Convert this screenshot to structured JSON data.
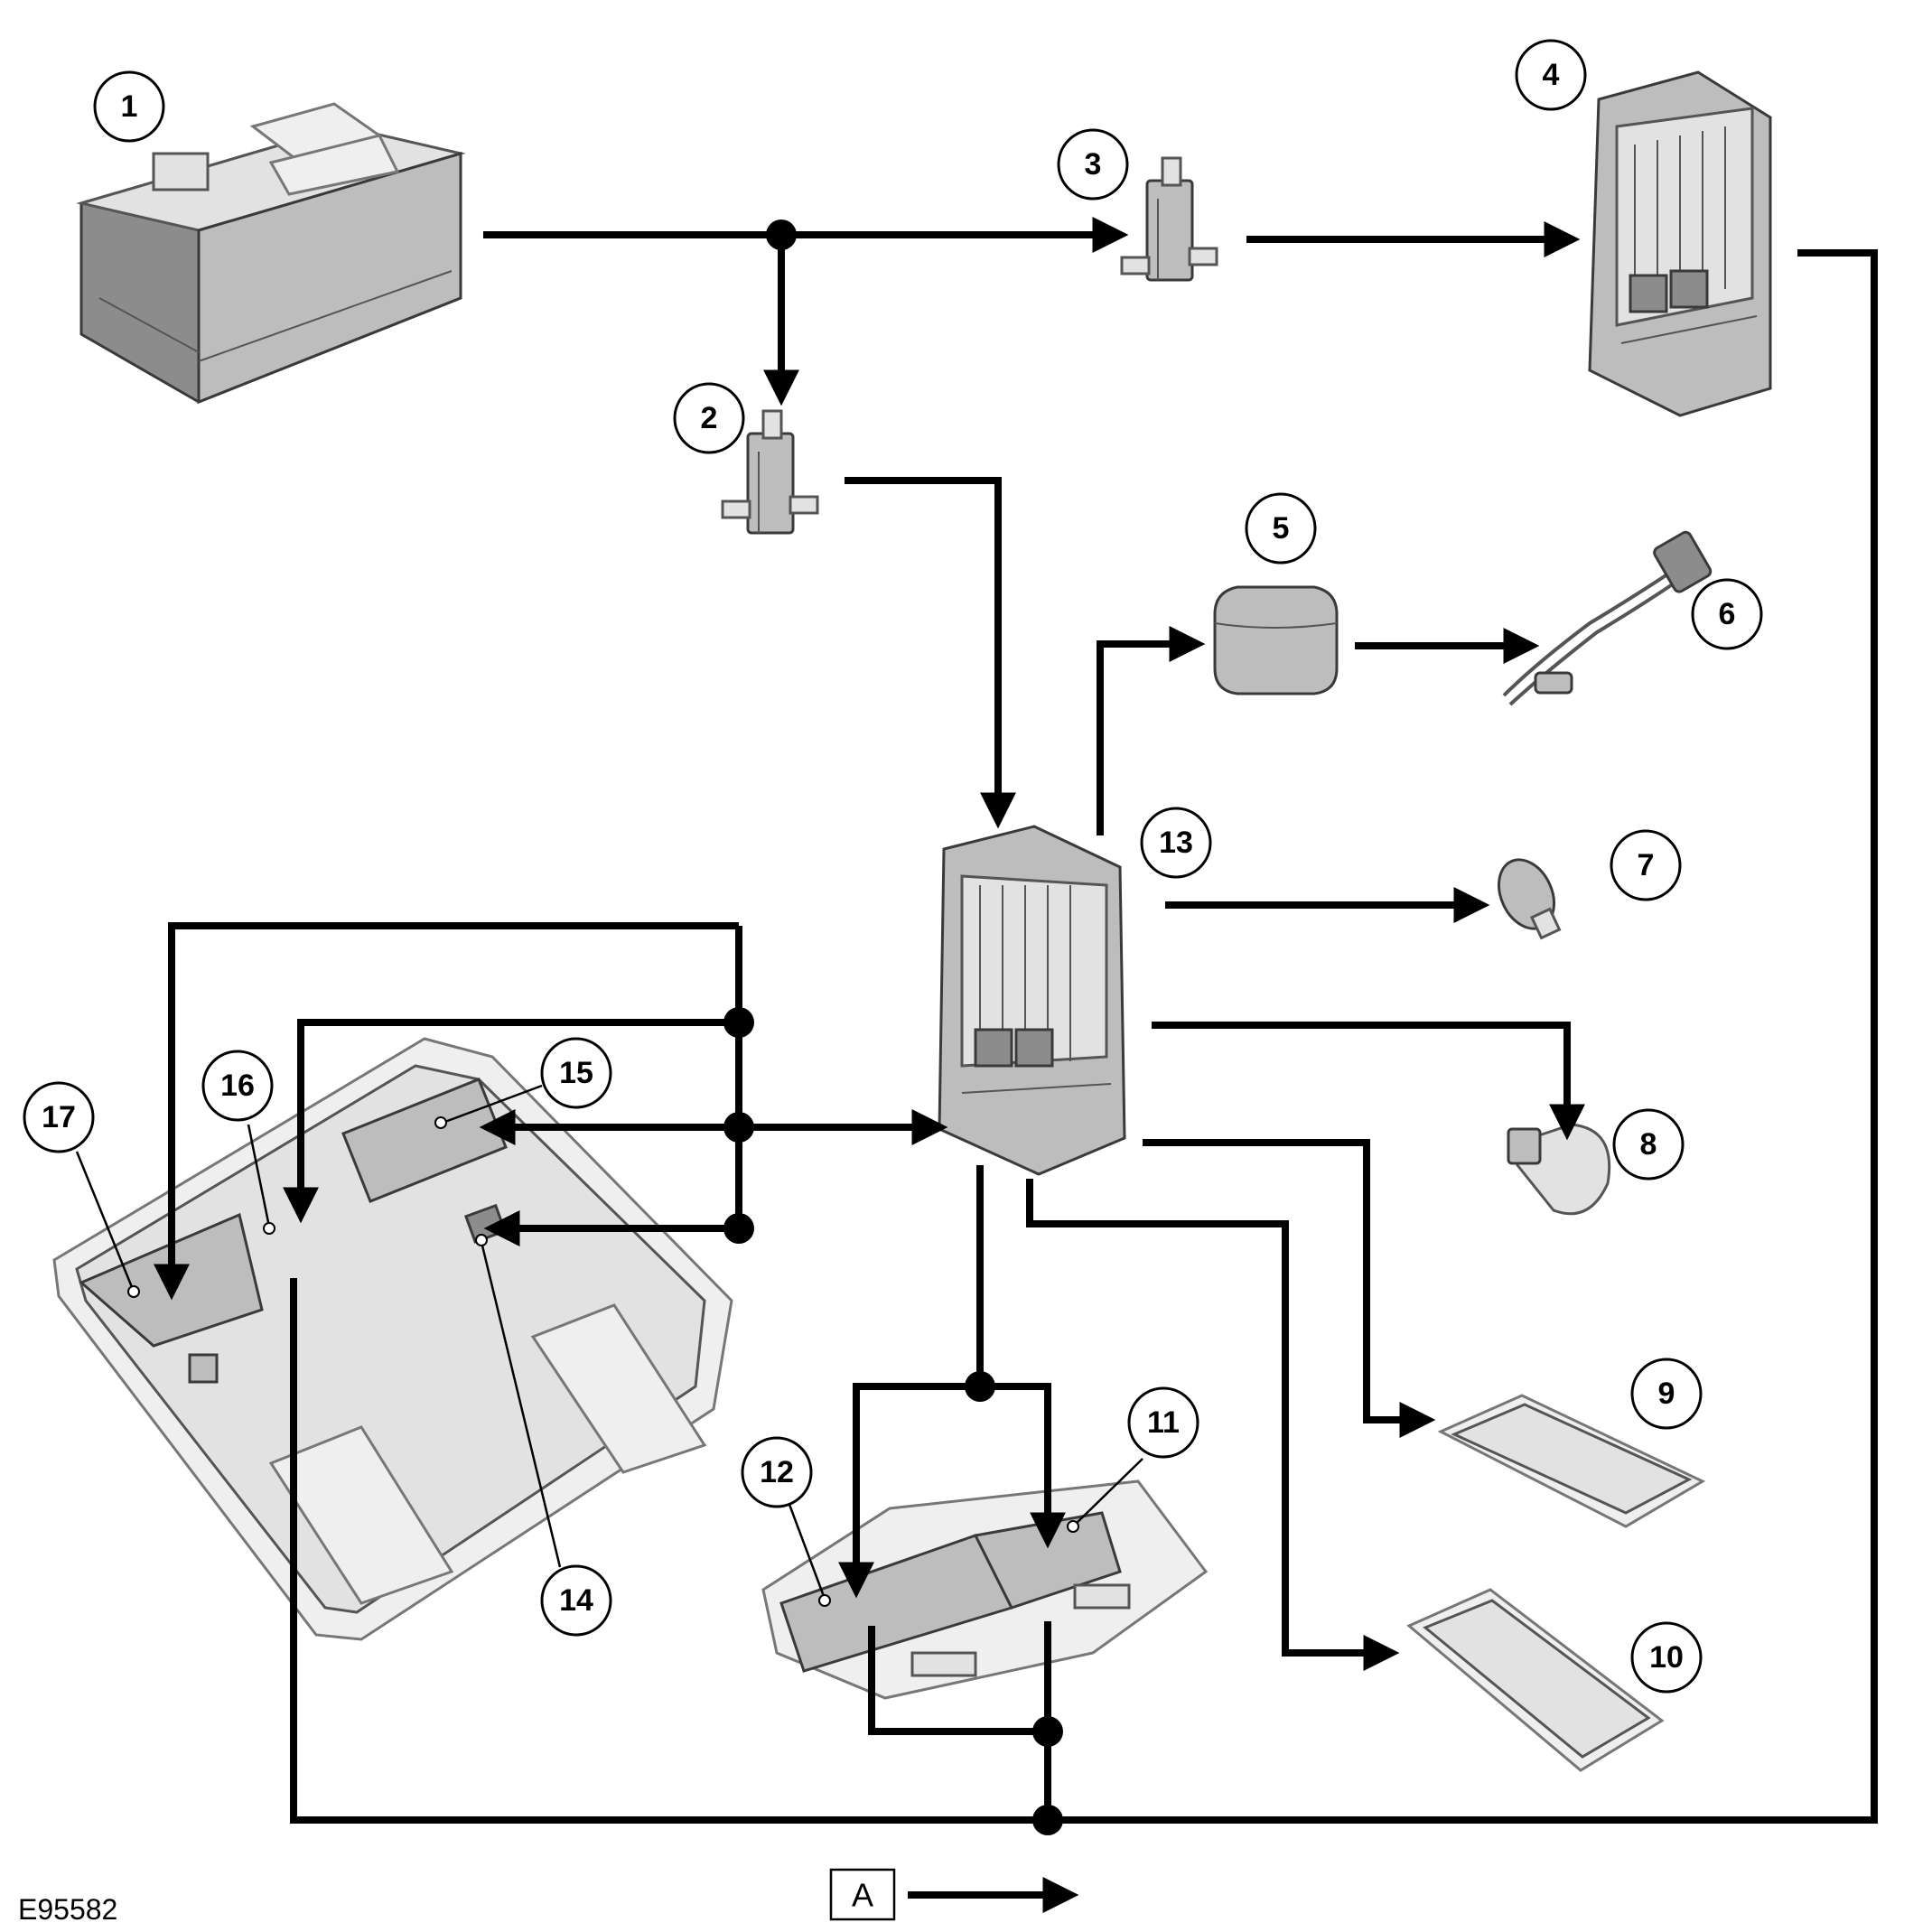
{
  "figure_id": "E95582",
  "legend": {
    "box_label": "A"
  },
  "callouts": {
    "c1": "1",
    "c2": "2",
    "c3": "3",
    "c4": "4",
    "c5": "5",
    "c6": "6",
    "c7": "7",
    "c8": "8",
    "c9": "9",
    "c10": "10",
    "c11": "11",
    "c12": "12",
    "c13": "13",
    "c14": "14",
    "c15": "15",
    "c16": "16",
    "c17": "17"
  },
  "colors": {
    "wire": "#000000",
    "component": "#bdbdbd",
    "background": "#ffffff"
  }
}
